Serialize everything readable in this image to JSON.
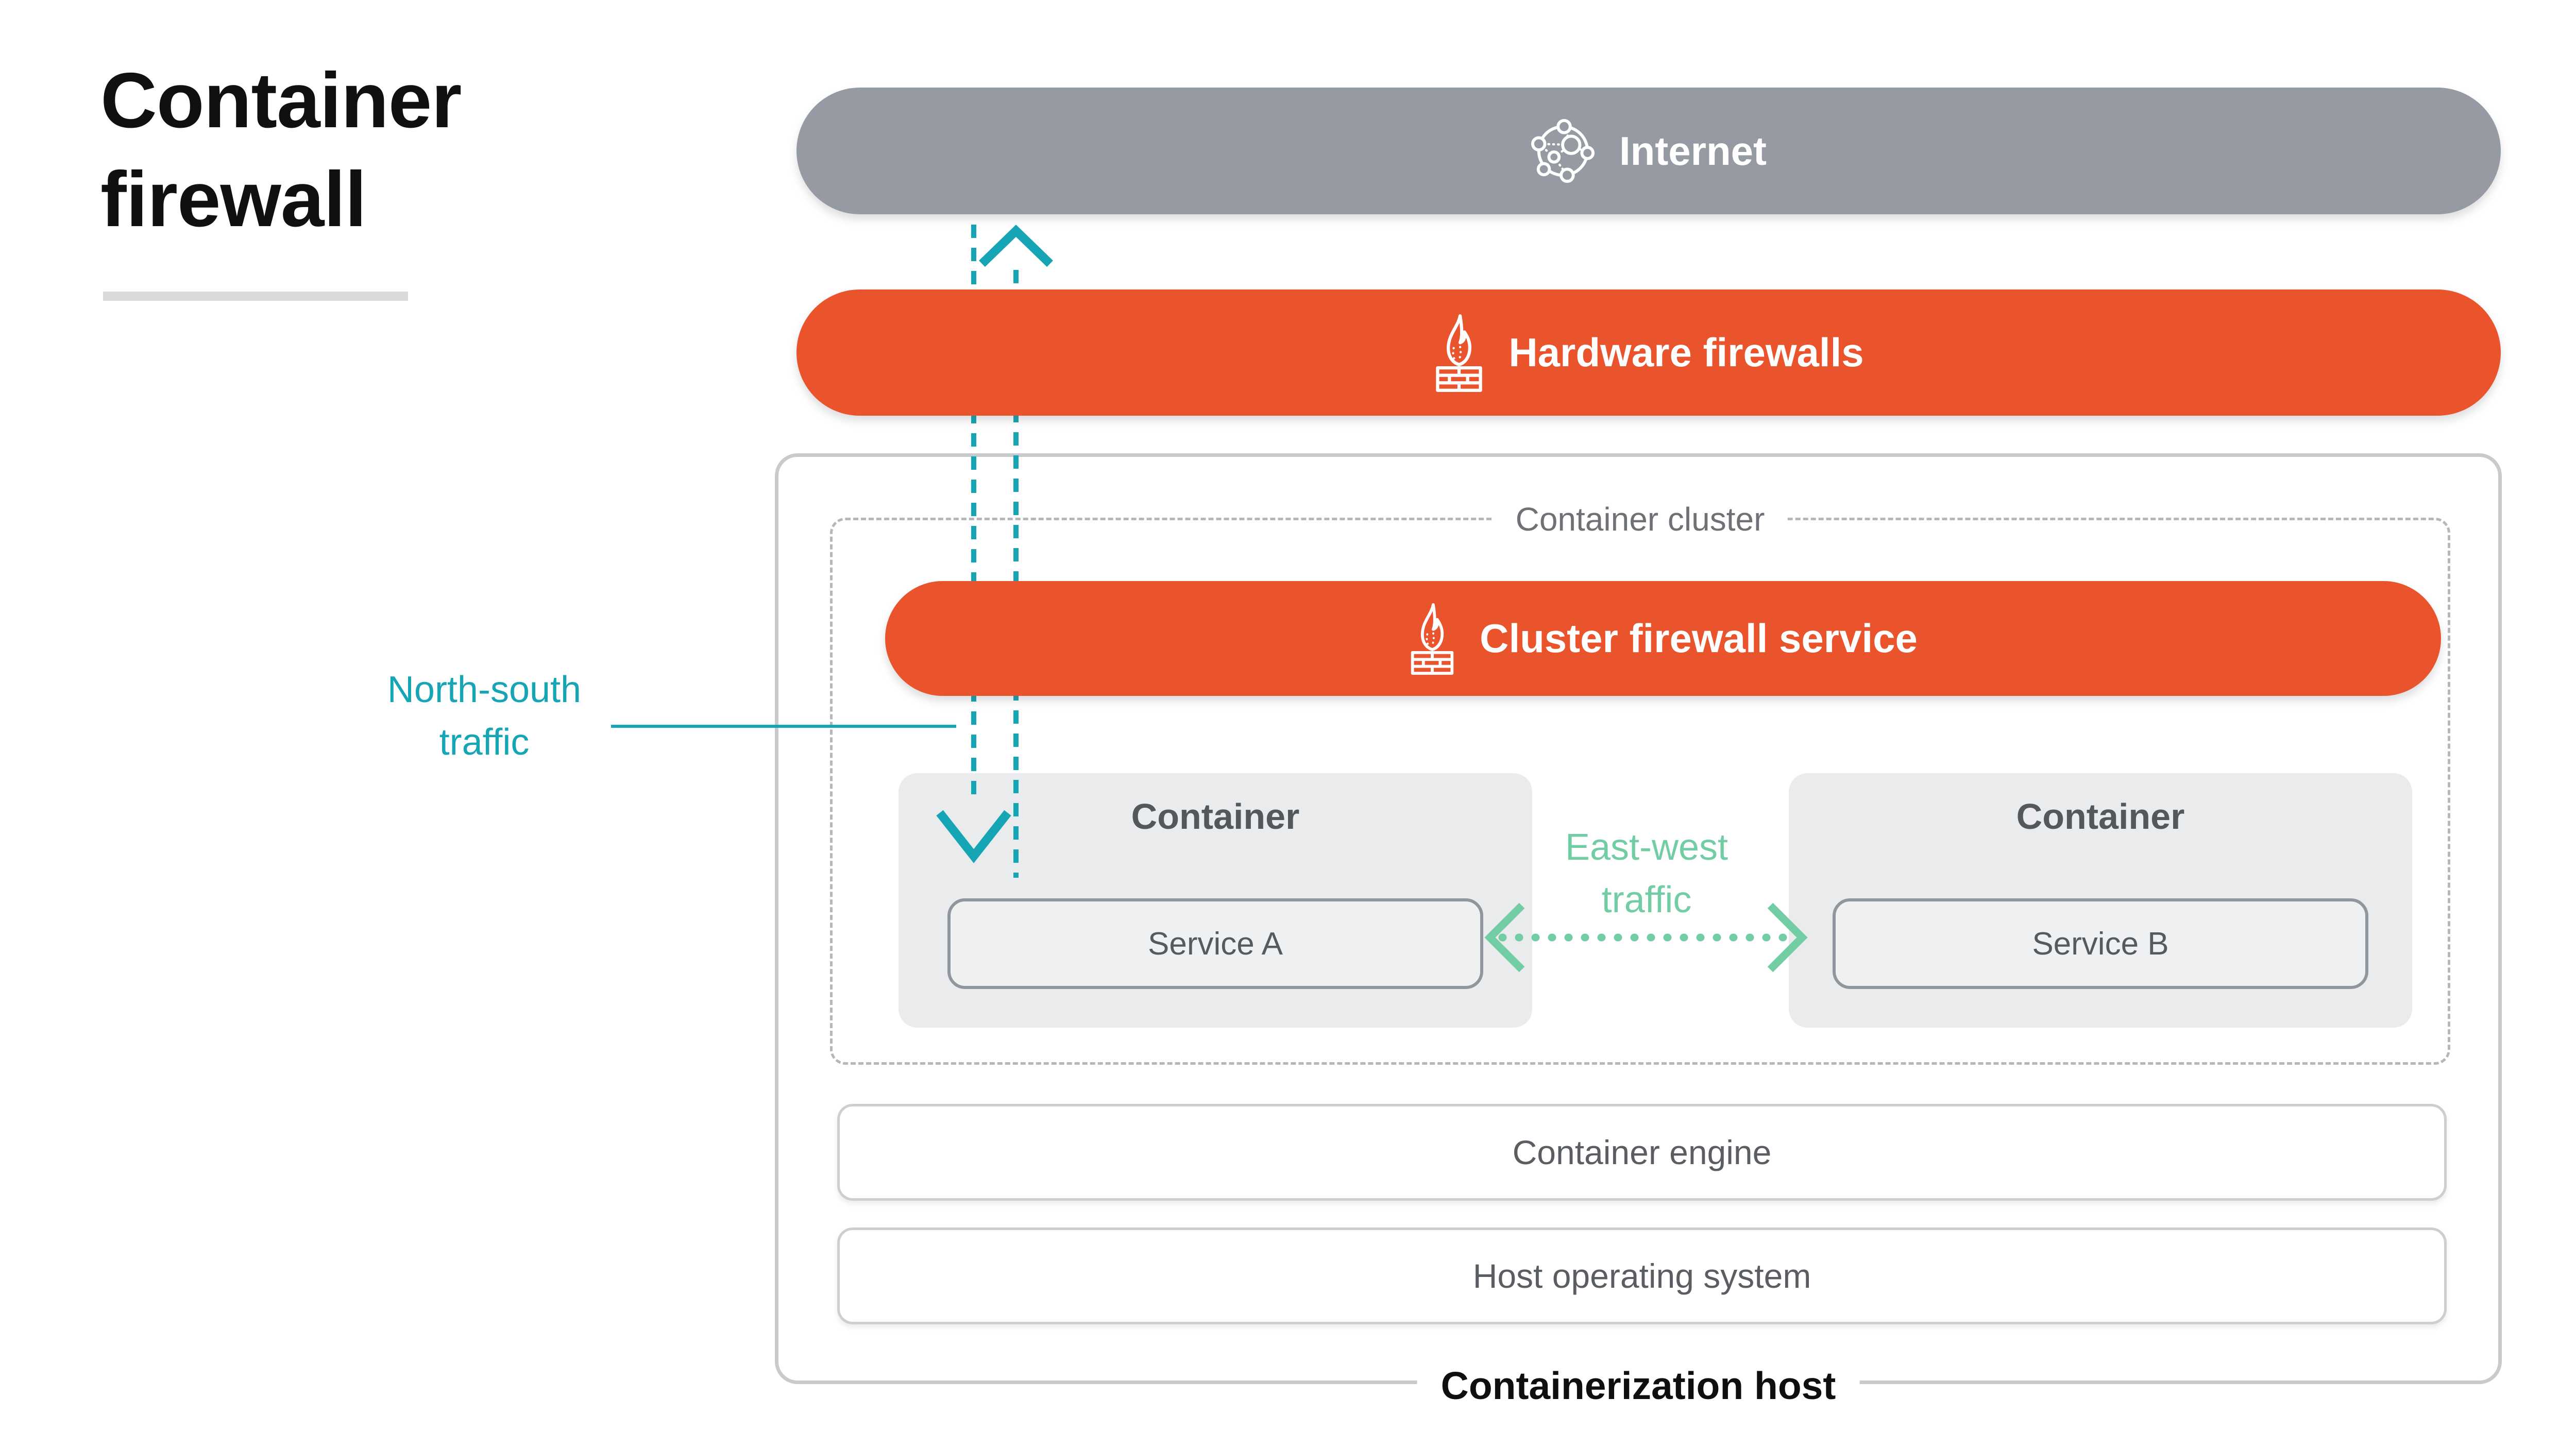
{
  "title": "Container firewall",
  "palette": {
    "orange": "#e9542c",
    "gray": "#969aa3",
    "teal": "#16a5b4",
    "green": "#72cda4"
  },
  "nodes": {
    "internet": {
      "label": "Internet",
      "icon": "globe-network"
    },
    "hardware_firewalls": {
      "label": "Hardware firewalls",
      "icon": "flame-brick-wall"
    },
    "container_cluster": {
      "label": "Container cluster"
    },
    "cluster_firewall_service": {
      "label": "Cluster firewall service",
      "icon": "flame-brick-wall"
    },
    "containers": [
      {
        "label": "Container",
        "service_label": "Service A"
      },
      {
        "label": "Container",
        "service_label": "Service B"
      }
    ],
    "container_engine": {
      "label": "Container engine"
    },
    "host_operating_system": {
      "label": "Host operating system"
    },
    "containerization_host": {
      "label": "Containerization host"
    }
  },
  "annotations": {
    "north_south_traffic": {
      "label": "North-south traffic"
    },
    "east_west_traffic": {
      "label": "East-west traffic"
    }
  }
}
